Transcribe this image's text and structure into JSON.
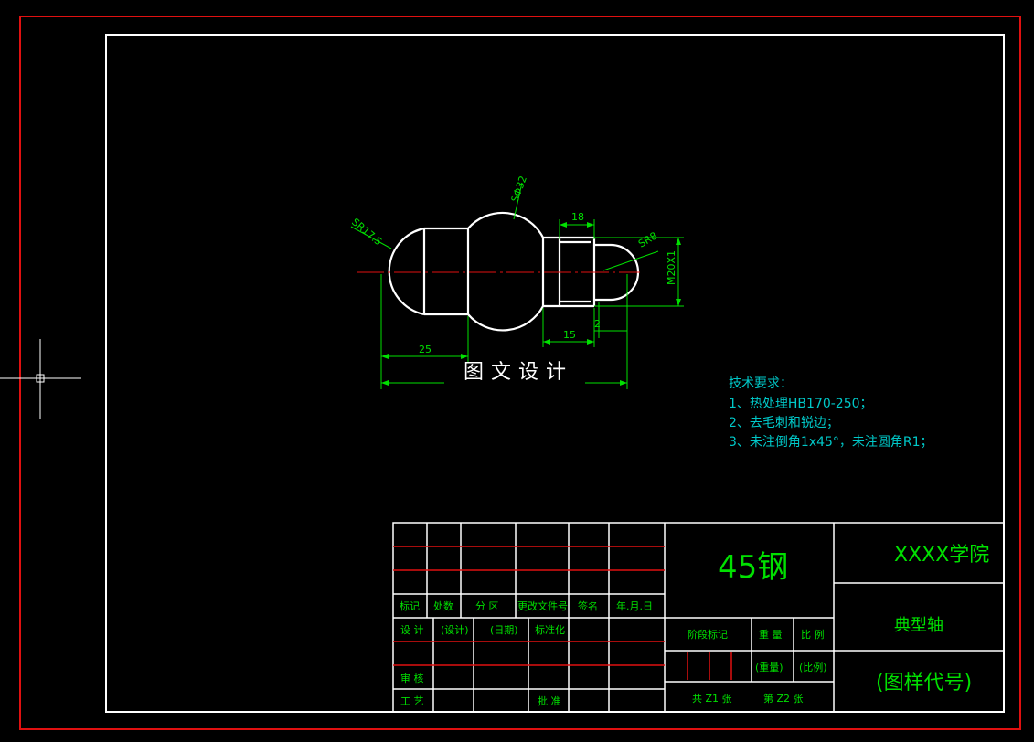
{
  "colors": {
    "background": "#000000",
    "outer_border": "#e01010",
    "inner_border": "#ffffff",
    "part_outline": "#ffffff",
    "dimension": "#00e000",
    "centerline": "#e01010",
    "notes": "#00c8c8",
    "title_text": "#00e000"
  },
  "drawing_name": "图文设计",
  "dimensions": {
    "sr_left": "SR17.5",
    "s_phi_ball": "SΦ32",
    "thread_len": "18",
    "sr_right": "SR8",
    "thread_spec": "M20X1",
    "left_len": "25",
    "mid_len": "15",
    "small_len": "2"
  },
  "tech_requirements": {
    "heading": "技术要求：",
    "items": [
      "1、热处理HB170-250；",
      "2、去毛刺和锐边；",
      "3、未注倒角1x45°，未注圆角R1；"
    ]
  },
  "title_block": {
    "material": "45钢",
    "school": "XXXX学院",
    "part_name": "典型轴",
    "drawing_no": "(图样代号)",
    "labels": {
      "mark": "标记",
      "count": "处数",
      "zone": "分 区",
      "change_doc": "更改文件号",
      "signature": "签名",
      "date": "年.月.日",
      "design": "设 计",
      "design_val": "(设计)",
      "date_val": "(日期)",
      "standard": "标准化",
      "stage_mark": "阶段标记",
      "weight": "重 量",
      "scale": "比 例",
      "weight_val": "(重量)",
      "scale_val": "(比例)",
      "review": "审 核",
      "process": "工 艺",
      "approve": "批 准",
      "total_sheets": "共 Z1 张",
      "sheet_no": "第 Z2 张"
    }
  }
}
